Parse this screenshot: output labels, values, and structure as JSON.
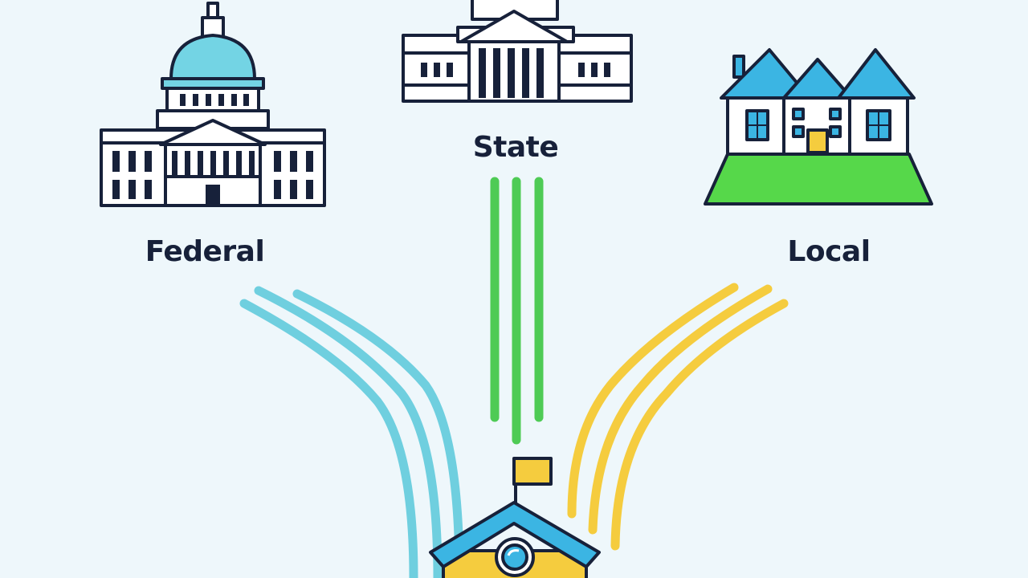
{
  "levels": {
    "federal": {
      "label": "Federal",
      "icon": "capitol-building-icon",
      "flow_color": "#6fcfdf"
    },
    "state": {
      "label": "State",
      "icon": "state-capitol-icon",
      "flow_color": "#4ecb55"
    },
    "local": {
      "label": "Local",
      "icon": "houses-icon",
      "flow_color": "#f5cc3e"
    }
  },
  "destination": {
    "icon": "school-icon"
  },
  "colors": {
    "background": "#eef7fb",
    "outline": "#17213a",
    "dome": "#73d4e4",
    "roof": "#3bb5e3",
    "grass": "#56d84a",
    "school_wall": "#f5cc3e"
  }
}
